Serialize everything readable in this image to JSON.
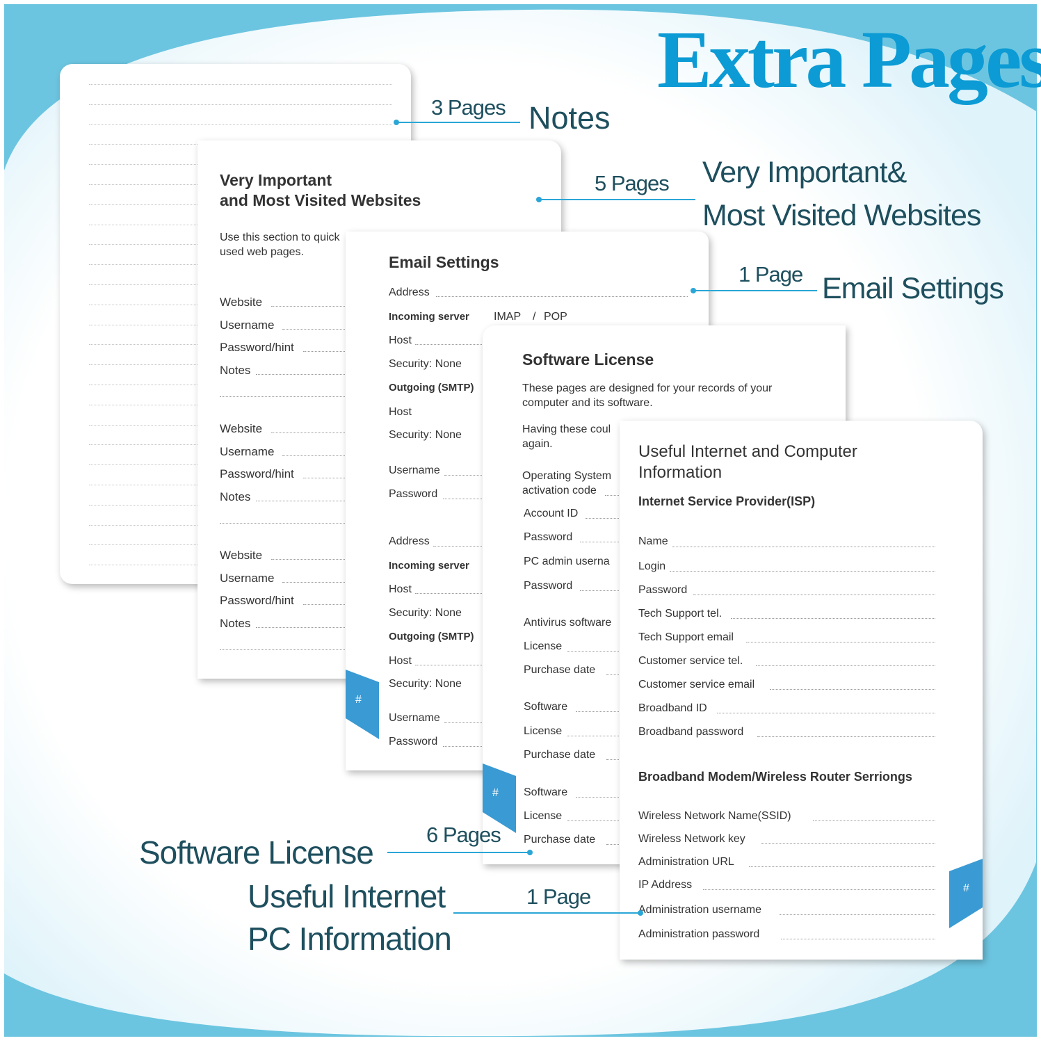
{
  "title": "Extra Pages",
  "colors": {
    "accent": "#0c9bd4",
    "label": "#1e4f5e",
    "tab": "#3a9ad3",
    "background": "#6cc5e0"
  },
  "callouts": {
    "notes": {
      "count": "3 Pages",
      "label": "Notes"
    },
    "websites": {
      "count": "5 Pages",
      "label_line1": "Very Important&",
      "label_line2": "Most Visited Websites"
    },
    "email": {
      "count": "1 Page",
      "label": "Email Settings"
    },
    "software": {
      "count": "6 Pages",
      "label": "Software License"
    },
    "internet": {
      "count": "1 Page",
      "label_line1": "Useful Internet",
      "label_line2": "PC Information"
    }
  },
  "websites_page": {
    "heading_line1": "Very Important",
    "heading_line2": "and Most Visited Websites",
    "intro_line1": "Use this section to quick",
    "intro_line2": "used web pages.",
    "fields": [
      "Website",
      "Username",
      "Password/hint",
      "Notes"
    ]
  },
  "email_page": {
    "heading": "Email Settings",
    "address": "Address",
    "incoming": "Incoming server",
    "imap": "IMAP",
    "slash": "/",
    "pop": "POP",
    "host": "Host",
    "security": "Security:  None",
    "outgoing": "Outgoing (SMTP)",
    "username": "Username",
    "password": "Password",
    "tab": "#"
  },
  "software_page": {
    "heading": "Software License",
    "intro_line1": "These pages are designed for your records of your",
    "intro_line2": "computer and its software.",
    "having_line1": "Having these coul",
    "having_line2": "again.",
    "os_line1": "Operating System",
    "os_line2": "activation code",
    "account_id": "Account ID",
    "password": "Password",
    "pc_admin": "PC admin userna",
    "antivirus": "Antivirus software",
    "license": "License",
    "purchase_date": "Purchase date",
    "software": "Software",
    "tab": "#"
  },
  "isp_page": {
    "heading_line1": "Useful Internet and Computer",
    "heading_line2": "Information",
    "isp_heading": "Internet Service Provider(ISP)",
    "isp_fields": [
      "Name",
      "Login",
      "Password",
      "Tech Support tel.",
      "Tech Support email",
      "Customer service tel.",
      "Customer service email",
      "Broadband ID",
      "Broadband password"
    ],
    "router_heading": "Broadband Modem/Wireless Router Serriongs",
    "router_fields": [
      "Wireless Network Name(SSID)",
      "Wireless Network key",
      "Administration URL",
      "IP Address",
      "Administration username",
      "Administration password"
    ],
    "tab": "#"
  }
}
